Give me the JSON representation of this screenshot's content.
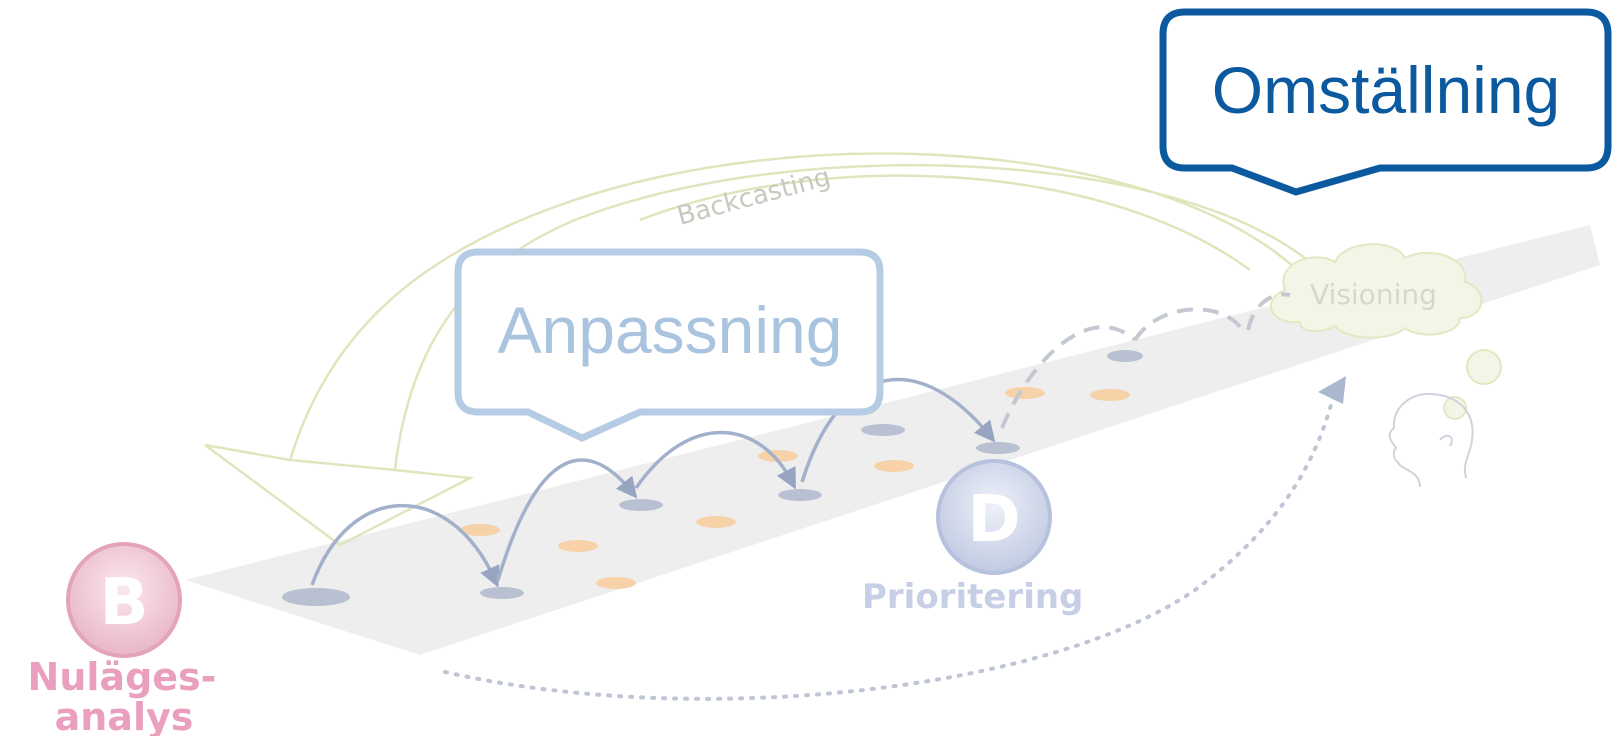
{
  "colors": {
    "omstallning": "#0b5aa0",
    "anpassning": "#a9c4df",
    "backcasting": "#d9e2b2",
    "stones": "#a8b3c9",
    "orange": "#f6c08c",
    "circleB": "#e6a9bd",
    "circleD": "#b3bedc",
    "labelB": "#e79ab9",
    "labelD": "#c3cee6",
    "visioning": "#e3ebc4",
    "path": "#efefef"
  },
  "callouts": {
    "omstallning": "Omställning",
    "anpassning": "Anpassning"
  },
  "labels": {
    "backcasting": "Backcasting",
    "visioning": "Visioning",
    "prioritering": "Prioritering",
    "nulages_line1": "Nuläges-",
    "nulages_line2": "analys"
  },
  "badges": {
    "b": "B",
    "d": "D"
  }
}
